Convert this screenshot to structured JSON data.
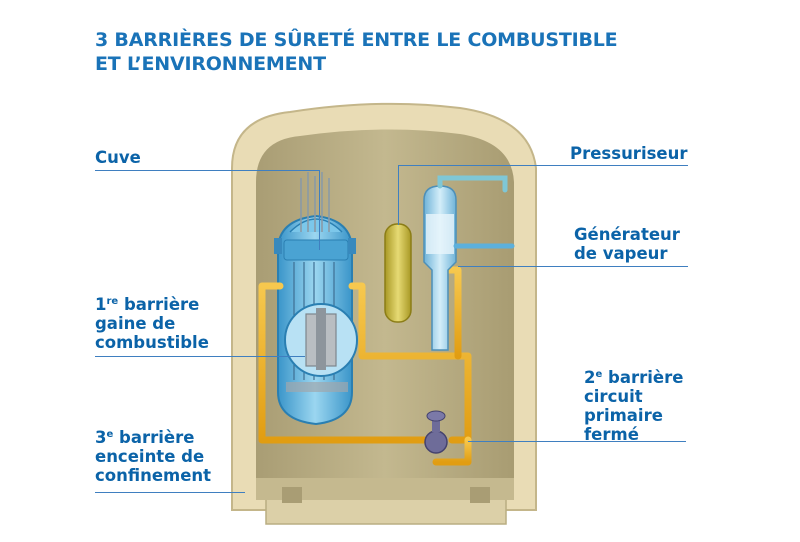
{
  "title": {
    "line1": "3 BARRIÈRES DE SÛRETÉ ENTRE LE COMBUSTIBLE",
    "line2": "ET L’ENVIRONNEMENT"
  },
  "labels": {
    "cuve": "Cuve",
    "pressuriseur": "Pressuriseur",
    "generateur": {
      "line1": "Générateur",
      "line2": "de vapeur"
    },
    "barrier1": {
      "num": "1",
      "sup": "re",
      "word": " barrière",
      "line2": "gaine de",
      "line3": "combustible"
    },
    "barrier2": {
      "num": "2",
      "sup": "e",
      "word": " barrière",
      "line2": "circuit",
      "line3": "primaire",
      "line4": "fermé"
    },
    "barrier3": {
      "num": "3",
      "sup": "e",
      "word": " barrière",
      "line2": "enceinte de",
      "line3": "confinement"
    }
  },
  "colors": {
    "title": "#1a73b8",
    "label": "#0b63a8",
    "leader": "#3f7fc0",
    "containment": "#e9dcb5",
    "interior": "#b7ab82",
    "pipe": "#f2b62c",
    "vessel": "#5cb6de",
    "pressurizer": "#c9b93a"
  }
}
